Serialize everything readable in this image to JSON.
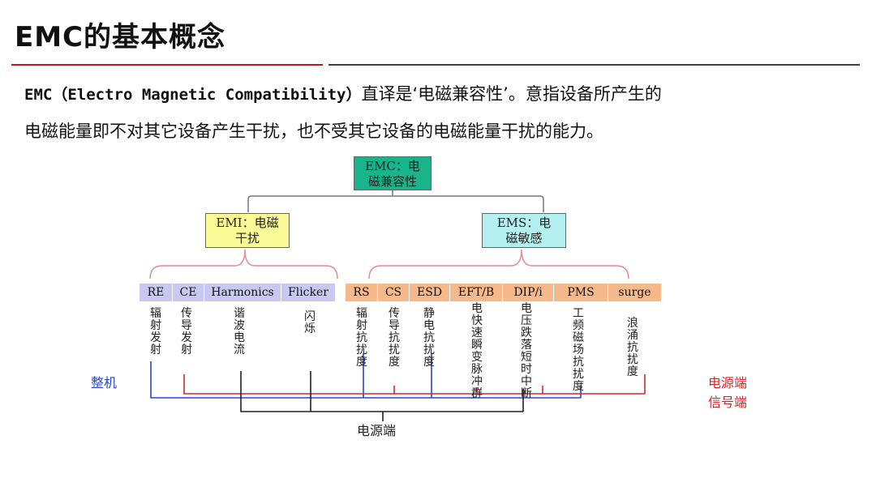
{
  "title": "EMC的基本概念",
  "intro": {
    "lead": "EMC（Electro Magnetic Compatibility）",
    "rest": "直译是‘电磁兼容性’。意指设备所产生的",
    "line2": "电磁能量即不对其它设备产生干扰，也不受其它设备的电磁能量干扰的能力。"
  },
  "diagram": {
    "root": {
      "line1": "EMC：电",
      "line2": "磁兼容性"
    },
    "emi": {
      "line1": "EMI：电磁",
      "line2": "干扰"
    },
    "ems": {
      "line1": "EMS：电",
      "line2": "磁敏感"
    },
    "emi_items": [
      "RE",
      "CE",
      "Harmonics",
      "Flicker"
    ],
    "ems_items": [
      "RS",
      "CS",
      "ESD",
      "EFT/B",
      "DIP/i",
      "PMS",
      "surge"
    ],
    "descriptions": [
      "辐射发射",
      "传导发射",
      "谐波电流",
      "闪烁",
      "辐射抗扰度",
      "传导抗扰度",
      "静电抗扰度",
      "电快速瞬变脉冲群",
      "电压跌落短时中断",
      "工频磁场抗扰度",
      "浪涌抗扰度"
    ],
    "labels": {
      "whole_machine": "整机",
      "power_port_right": "电源端",
      "signal_port": "信号端",
      "power_port_bottom": "电源端"
    },
    "colors": {
      "root_fill": "#19b48c",
      "emi_fill": "#fafa96",
      "ems_fill": "#b4f0f0",
      "emi_cells": "#c8c8f0",
      "ems_cells": "#f5b98c",
      "blue_line": "#2846c8",
      "red_line": "#d22828",
      "black_line": "#222222"
    }
  }
}
